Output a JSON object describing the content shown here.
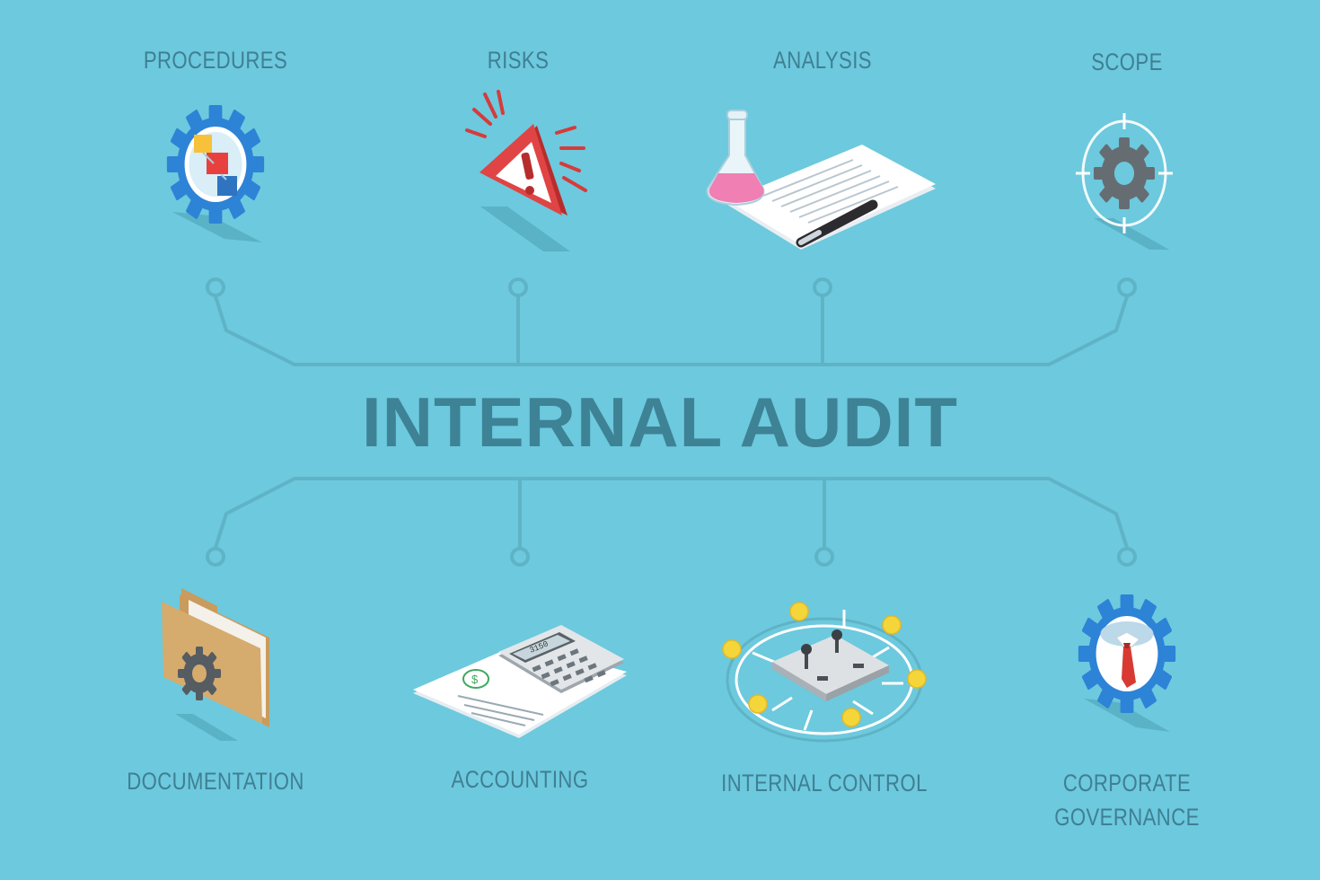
{
  "title": "INTERNAL AUDIT",
  "colors": {
    "background": "#6dc9dd",
    "line": "#5fb3c6",
    "text": "#3f7f93",
    "gear_blue": "#2d83d6",
    "warning_red": "#d63b3b",
    "flask_pink": "#f07fb4",
    "dot_yellow": "#f5d63a"
  },
  "nodes": [
    {
      "id": "procedures",
      "label_lines": [
        "PROCEDURES"
      ],
      "icon": "gear-with-cubes-icon"
    },
    {
      "id": "risks",
      "label_lines": [
        "RISKS"
      ],
      "icon": "warning-triangle-icon"
    },
    {
      "id": "analysis",
      "label_lines": [
        "ANALYSIS"
      ],
      "icon": "flask-and-document-icon"
    },
    {
      "id": "scope",
      "label_lines": [
        "SCOPE"
      ],
      "icon": "gear-target-icon"
    },
    {
      "id": "documentation",
      "label_lines": [
        "DOCUMENTATION"
      ],
      "icon": "folder-gear-icon"
    },
    {
      "id": "accounting",
      "label_lines": [
        "ACCOUNTING"
      ],
      "icon": "calculator-invoice-icon"
    },
    {
      "id": "internal-control",
      "label_lines": [
        "INTERNAL CONTROL"
      ],
      "icon": "joystick-control-icon"
    },
    {
      "id": "corporate-governance",
      "label_lines": [
        "CORPORATE",
        "GOVERNANCE"
      ],
      "icon": "gear-businessman-icon"
    }
  ],
  "calculator": {
    "display": "3150"
  }
}
